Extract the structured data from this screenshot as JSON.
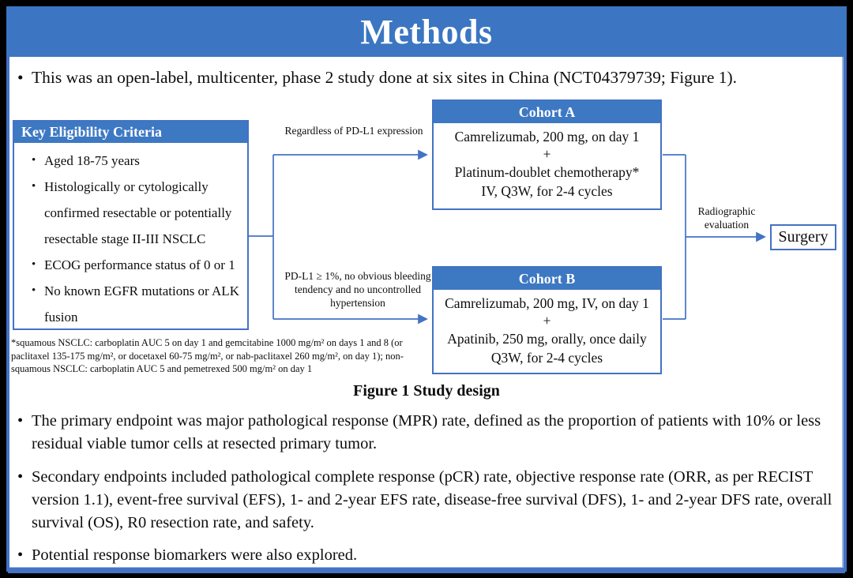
{
  "slide": {
    "title": "Methods",
    "intro_bullet": "This was an open-label, multicenter, phase 2 study done at six sites in China (NCT04379739; Figure 1).",
    "endpoint_bullets": [
      "The primary endpoint was major pathological response (MPR) rate, defined as the proportion of patients with 10% or less residual viable tumor cells at resected primary tumor.",
      "Secondary endpoints included pathological complete response (pCR) rate, objective response rate (ORR, as per RECIST version 1.1), event-free survival (EFS), 1- and 2-year EFS rate, disease-free survival (DFS), 1- and 2-year DFS rate, overall survival (OS), R0 resection rate, and safety.",
      "Potential response biomarkers were also explored."
    ]
  },
  "figure": {
    "caption": "Figure 1 Study design",
    "eligibility": {
      "header": "Key Eligibility Criteria",
      "items": [
        "Aged 18-75 years",
        "Histologically or cytologically confirmed resectable or potentially resectable stage II-III NSCLC",
        "ECOG performance status of 0 or 1",
        "No known EGFR mutations or ALK fusion"
      ]
    },
    "branch_a_label": "Regardless of PD-L1 expression",
    "branch_b_label": "PD-L1 ≥ 1%, no obvious bleeding tendency and no uncontrolled hypertension",
    "cohort_a": {
      "header": "Cohort A",
      "lines": [
        "Camrelizumab, 200 mg, on day 1",
        "+",
        "Platinum-doublet chemotherapy*",
        "IV, Q3W, for 2-4 cycles"
      ]
    },
    "cohort_b": {
      "header": "Cohort B",
      "lines": [
        "Camrelizumab, 200 mg, IV, on day 1",
        "+",
        "Apatinib, 250 mg, orally, once daily",
        "Q3W, for 2-4 cycles"
      ]
    },
    "radiographic_label": "Radiographic evaluation",
    "surgery_label": "Surgery",
    "footnote": "*squamous NSCLC: carboplatin AUC 5 on day 1 and gemcitabine 1000 mg/m² on days 1 and 8 (or paclitaxel 135-175 mg/m², or docetaxel 60-75 mg/m², or nab-paclitaxel 260 mg/m², on day 1); non-squamous NSCLC: carboplatin AUC 5 and pemetrexed 500 mg/m² on day 1"
  },
  "colors": {
    "banner_blue": "#3c76c2",
    "header_blue": "#3d78c3",
    "accent_blue": "#4472c4",
    "text": "#0d0d0d",
    "frame_black": "#000000"
  }
}
